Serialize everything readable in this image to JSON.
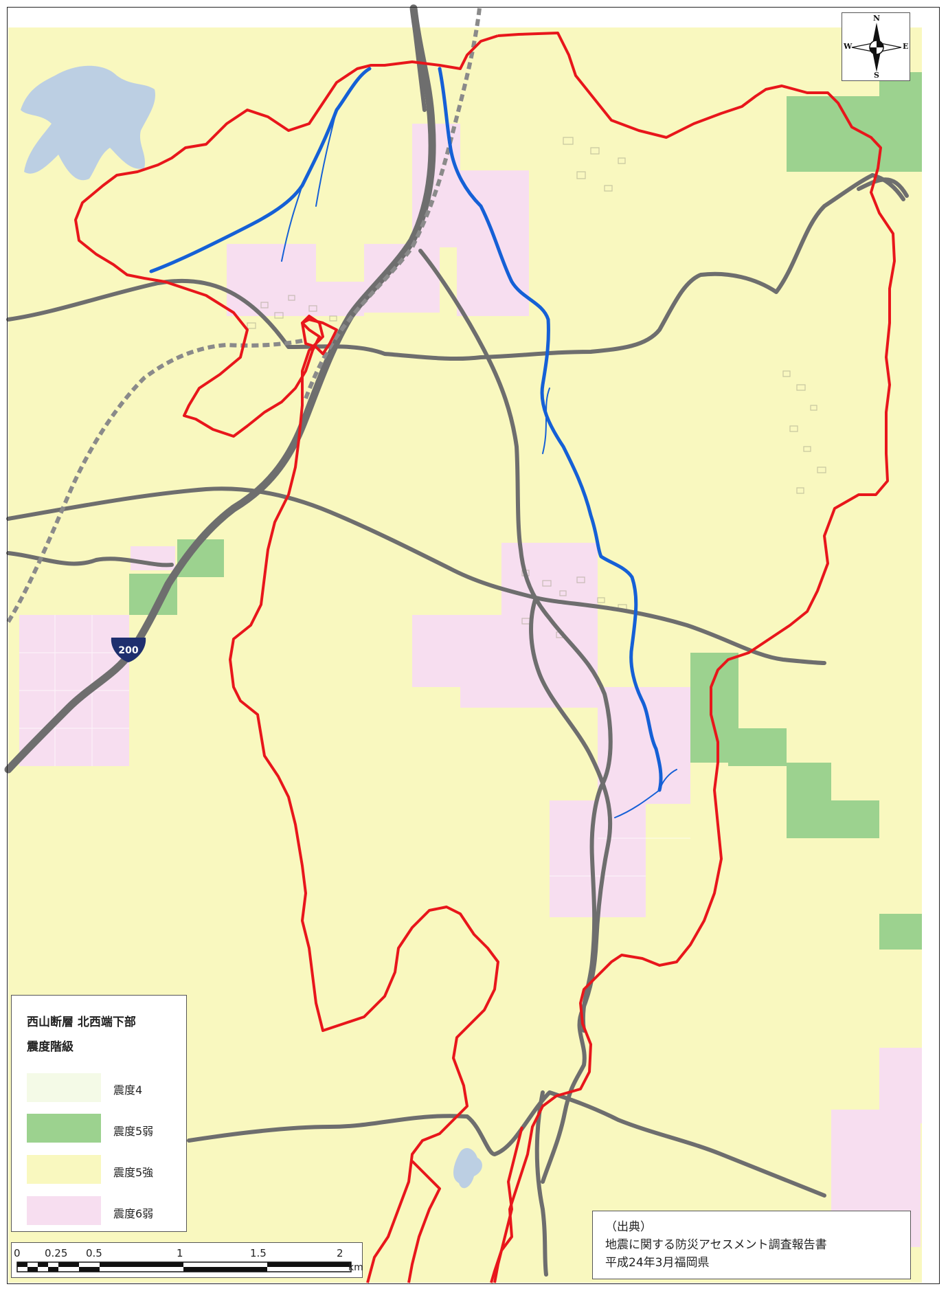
{
  "compass": {
    "n": "N",
    "s": "S",
    "e": "E",
    "w": "W"
  },
  "route_marker": "200",
  "legend": {
    "title1": "西山断層 北西端下部",
    "title2": "震度階級",
    "items": [
      {
        "label": "震度4",
        "color": "#f4fae7"
      },
      {
        "label": "震度5弱",
        "color": "#9cd28f"
      },
      {
        "label": "震度5強",
        "color": "#f9f8bf"
      },
      {
        "label": "震度6弱",
        "color": "#f7def0"
      }
    ]
  },
  "scale": {
    "ticks": [
      "0",
      "0.25",
      "0.5",
      "1",
      "1.5",
      "2"
    ],
    "unit": "km"
  },
  "source": {
    "line1": "（出典）",
    "line2": "地震に関する防災アセスメント調査報告書",
    "line3": "平成24年3月福岡県"
  },
  "colors": {
    "base": "#f9f8bf",
    "boundary": "#e8161b",
    "river": "#1560d6",
    "road": "#6e6e6e",
    "lake": "#bccfe3"
  }
}
